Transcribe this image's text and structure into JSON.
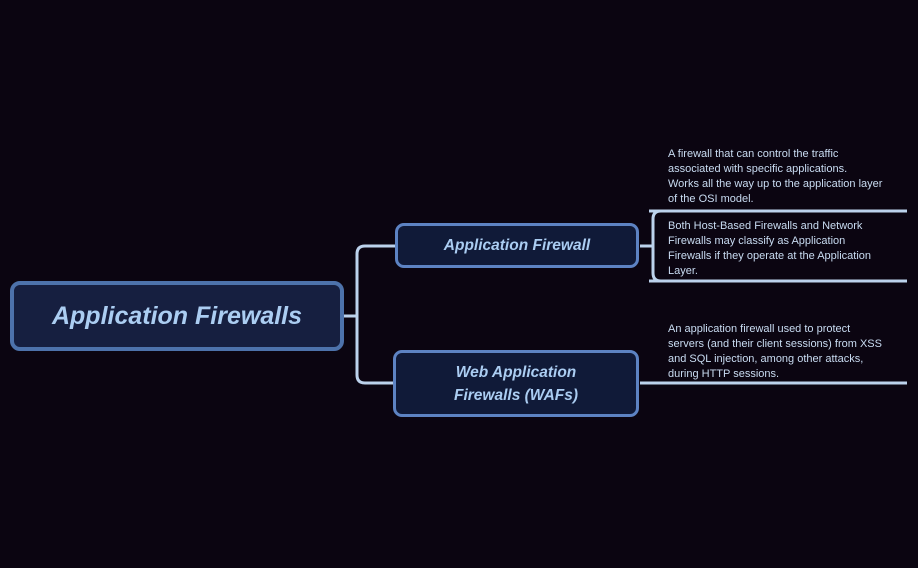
{
  "colors": {
    "background": "#0b0511",
    "line": "#bcd2ec",
    "root-border": "#4d72ab",
    "root-fill": "#161f40",
    "child-border": "#5d83c3",
    "child-fill": "#101a38",
    "node-text": "#abcdf2",
    "note-text": "#c9dcf2"
  },
  "root": {
    "label": "Application Firewalls"
  },
  "children": [
    {
      "label": "Application Firewall",
      "notes": [
        {
          "text": "A firewall that can control the traffic\nassociated with specific applications.\nWorks all the way up to the application layer\nof the OSI model."
        },
        {
          "text": "Both Host-Based Firewalls and Network\nFirewalls may classify as Application\nFirewalls if they operate at the Application\nLayer."
        }
      ]
    },
    {
      "label": "Web Application\nFirewalls (WAFs)",
      "notes": [
        {
          "text": " An application firewall used to protect\nservers (and their client sessions) from XSS\nand SQL injection, among other attacks,\nduring HTTP sessions."
        }
      ]
    }
  ]
}
